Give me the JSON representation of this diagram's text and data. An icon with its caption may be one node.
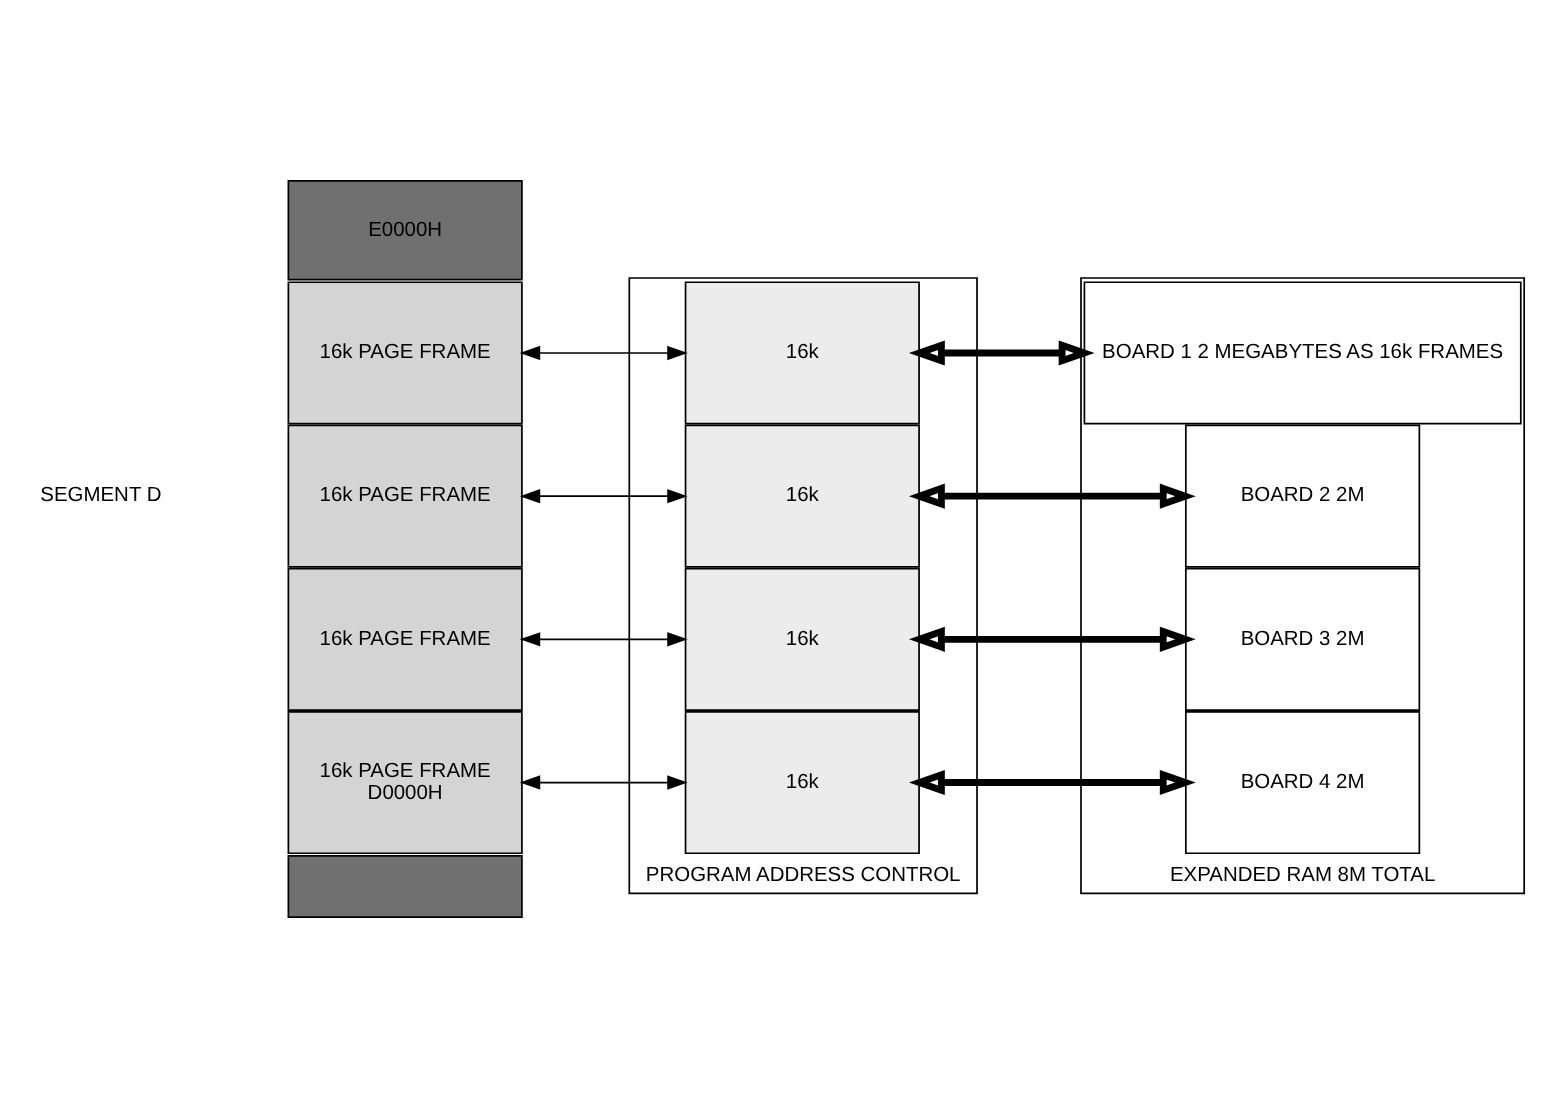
{
  "diagram": {
    "nodes": [
      {
        "text": [
          "E0000H"
        ]
      },
      {
        "text": [
          "16k PAGE FRAME"
        ]
      },
      {
        "text": [
          "16k PAGE FRAME"
        ]
      },
      {
        "text": [
          "16k PAGE FRAME"
        ]
      },
      {
        "text": [
          "16k PAGE FRAME",
          "D0000H"
        ]
      },
      {
        "text": [],
        "shape": "box"
      },
      {
        "text": [
          "PROGRAM ADDRESS CONTROL"
        ]
      },
      {
        "text": [
          "16k"
        ],
        "in": 6
      },
      {
        "text": [
          "16k"
        ],
        "in": 6
      },
      {
        "text": [
          "16k"
        ],
        "in": 6
      },
      {
        "text": [
          "16k"
        ],
        "in": 6
      },
      {
        "text": [
          "EXPANDED RAM 8M TOTAL"
        ]
      },
      {
        "text": [
          "BOARD 1 2 MEGABYTES AS 16k FRAMES"
        ],
        "in": 11
      },
      {
        "text": [
          "BOARD 2 2M"
        ],
        "in": 11
      },
      {
        "text": [
          "BOARD 3 2M"
        ],
        "in": 11
      },
      {
        "text": [
          "BOARD 4 2M"
        ],
        "in": 11
      }
    ],
    "edges": [
      {
        "from": 1,
        "to": 7,
        "arrow": "both"
      },
      {
        "from": 2,
        "to": 8,
        "arrow": "both"
      },
      {
        "from": 3,
        "to": 9,
        "arrow": "both"
      },
      {
        "from": 4,
        "to": 10,
        "arrow": "both"
      },
      {
        "from": 7,
        "to": 12,
        "arrow": "both",
        "style": "thick"
      },
      {
        "from": 8,
        "to": 13,
        "arrow": "both",
        "style": "thick"
      },
      {
        "from": 9,
        "to": 14,
        "arrow": "both",
        "style": "thick"
      },
      {
        "from": 10,
        "to": 15,
        "arrow": "both",
        "style": "thick"
      }
    ],
    "labels": [
      "SEGMENT D"
    ]
  }
}
